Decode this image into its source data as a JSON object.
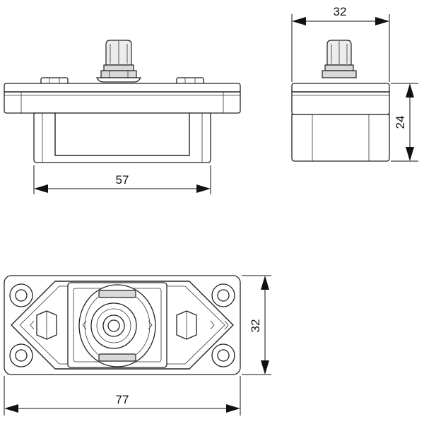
{
  "dimensions": {
    "front_width": "57",
    "side_width": "32",
    "side_height": "24",
    "top_height": "32",
    "top_width": "77"
  },
  "icons": [
    "arrow-icon",
    "hex-nut-icon",
    "mounting-hole-icon"
  ]
}
